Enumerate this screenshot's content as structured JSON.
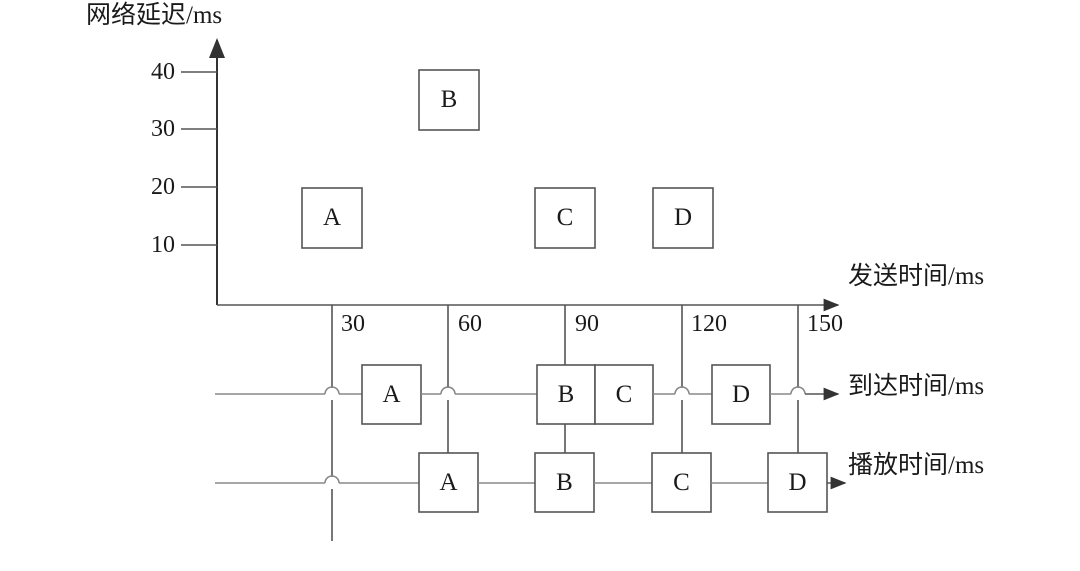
{
  "figure": {
    "type": "timing-diagram",
    "description": "Network delay vs send time scatter with arrival-time and playback-time timelines"
  },
  "axes": {
    "y_axis_label": "网络延迟/ms",
    "x_axis_label": "发送时间/ms",
    "y_ticks": [
      "40",
      "30",
      "20",
      "10"
    ],
    "x_ticks": [
      "30",
      "60",
      "90",
      "120",
      "150"
    ]
  },
  "timelines": [
    {
      "id": "arrival",
      "label": "到达时间/ms"
    },
    {
      "id": "playback",
      "label": "播放时间/ms"
    }
  ],
  "chart_data": {
    "type": "scatter",
    "title": "",
    "xlabel": "发送时间/ms",
    "ylabel": "网络延迟/ms",
    "xlim": [
      0,
      165
    ],
    "ylim": [
      0,
      45
    ],
    "xticks": [
      30,
      60,
      90,
      120,
      150
    ],
    "yticks": [
      10,
      20,
      30,
      40
    ],
    "grid": false,
    "legend": null,
    "points": [
      {
        "label": "A",
        "x": 30,
        "y": 15
      },
      {
        "label": "B",
        "x": 60,
        "y": 35
      },
      {
        "label": "C",
        "x": 90,
        "y": 15
      },
      {
        "label": "D",
        "x": 120,
        "y": 15
      }
    ],
    "arrival_packets": [
      {
        "label": "A",
        "x": 45
      },
      {
        "label": "B",
        "x": 95
      },
      {
        "label": "C",
        "x": 125
      },
      {
        "label": "D",
        "x": 150
      }
    ],
    "playback_packets": [
      {
        "label": "A",
        "x": 60
      },
      {
        "label": "B",
        "x": 90
      },
      {
        "label": "C",
        "x": 120
      },
      {
        "label": "D",
        "x": 150
      }
    ]
  },
  "boxes": {
    "chart": {
      "A": "A",
      "B": "B",
      "C": "C",
      "D": "D"
    },
    "arrival": {
      "A": "A",
      "B": "B",
      "C": "C",
      "D": "D"
    },
    "playback": {
      "A": "A",
      "B": "B",
      "C": "C",
      "D": "D"
    }
  },
  "colors": {
    "stroke": "#555555",
    "axis": "#333333",
    "text": "#1a1a1a",
    "background": "#ffffff"
  }
}
